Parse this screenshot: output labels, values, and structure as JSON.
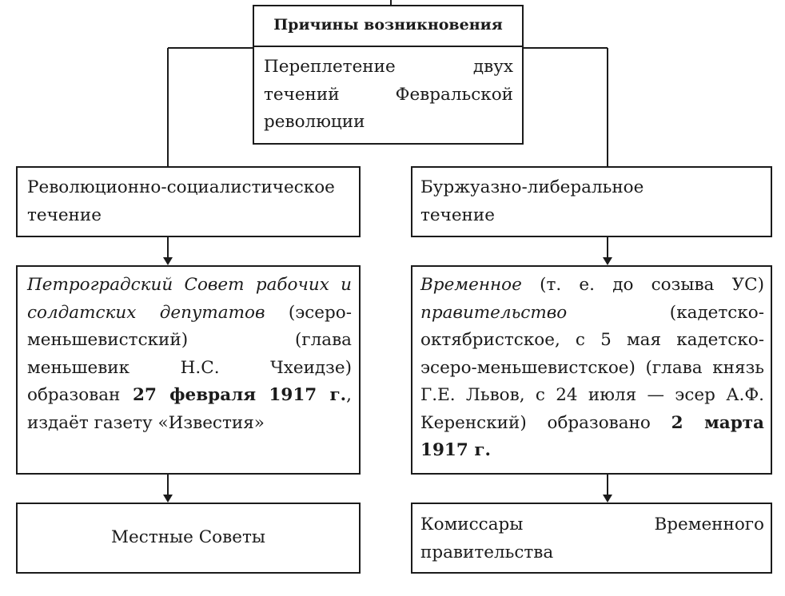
{
  "causes": {
    "header": "Причины возникновения",
    "body": "Переплетение двух течений Февральской революции"
  },
  "left": {
    "current": "Революционно-социалистическое течение",
    "organ": {
      "name": "Петроградский Совет рабочих и солдатских депутатов",
      "details_1": " (эсеро-меньшевистский) (глава меньшевик Н.С. Чхеидзе) образован ",
      "date": "27 февраля 1917 г.",
      "details_2": ", издаёт газету «Известия»"
    },
    "local": "Местные Советы"
  },
  "right": {
    "current": "Буржуазно-либеральное течение",
    "organ": {
      "name_1": "Временное",
      "note": " (т. е. до созыва УС) ",
      "name_2": "правительство",
      "details_1": " (кадетско-октябристское, с 5 мая кадетско-эсеро-меньшевистское) (глава князь Г.Е. Львов, с 24 июля — эсер А.Ф. Керенский) образовано ",
      "date": "2 марта 1917 г."
    },
    "local": "Комиссары Временного правительства"
  }
}
